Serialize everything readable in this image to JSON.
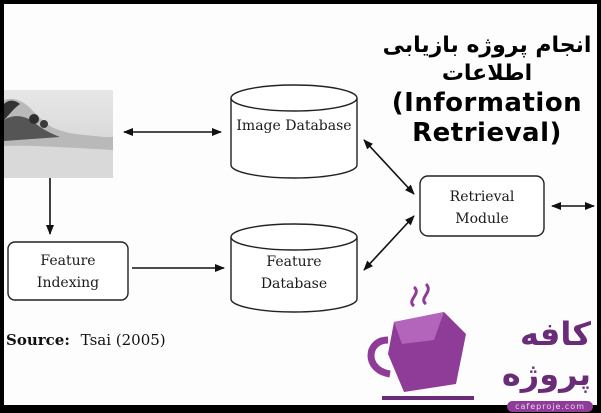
{
  "diagram": {
    "nodes": {
      "image_database": "Image Database",
      "retrieval_module": [
        "Retrieval",
        "Module"
      ],
      "feature_indexing": [
        "Feature",
        "Indexing"
      ],
      "feature_database": [
        "Feature",
        "Database"
      ]
    },
    "source_prefix": "Source:",
    "source_value": "Tsai (2005)"
  },
  "overlay": {
    "fa_line1": "انجام پروژه بازیابی",
    "fa_line2": "اطلاعات",
    "en_line1": "(Information",
    "en_line2": "Retrieval)"
  },
  "brand": {
    "name_fa": "کافه پروژه",
    "url": "cafeproje.com",
    "logo_icon": "purple-coffee-cup-icon",
    "color": "#8f3b98"
  }
}
